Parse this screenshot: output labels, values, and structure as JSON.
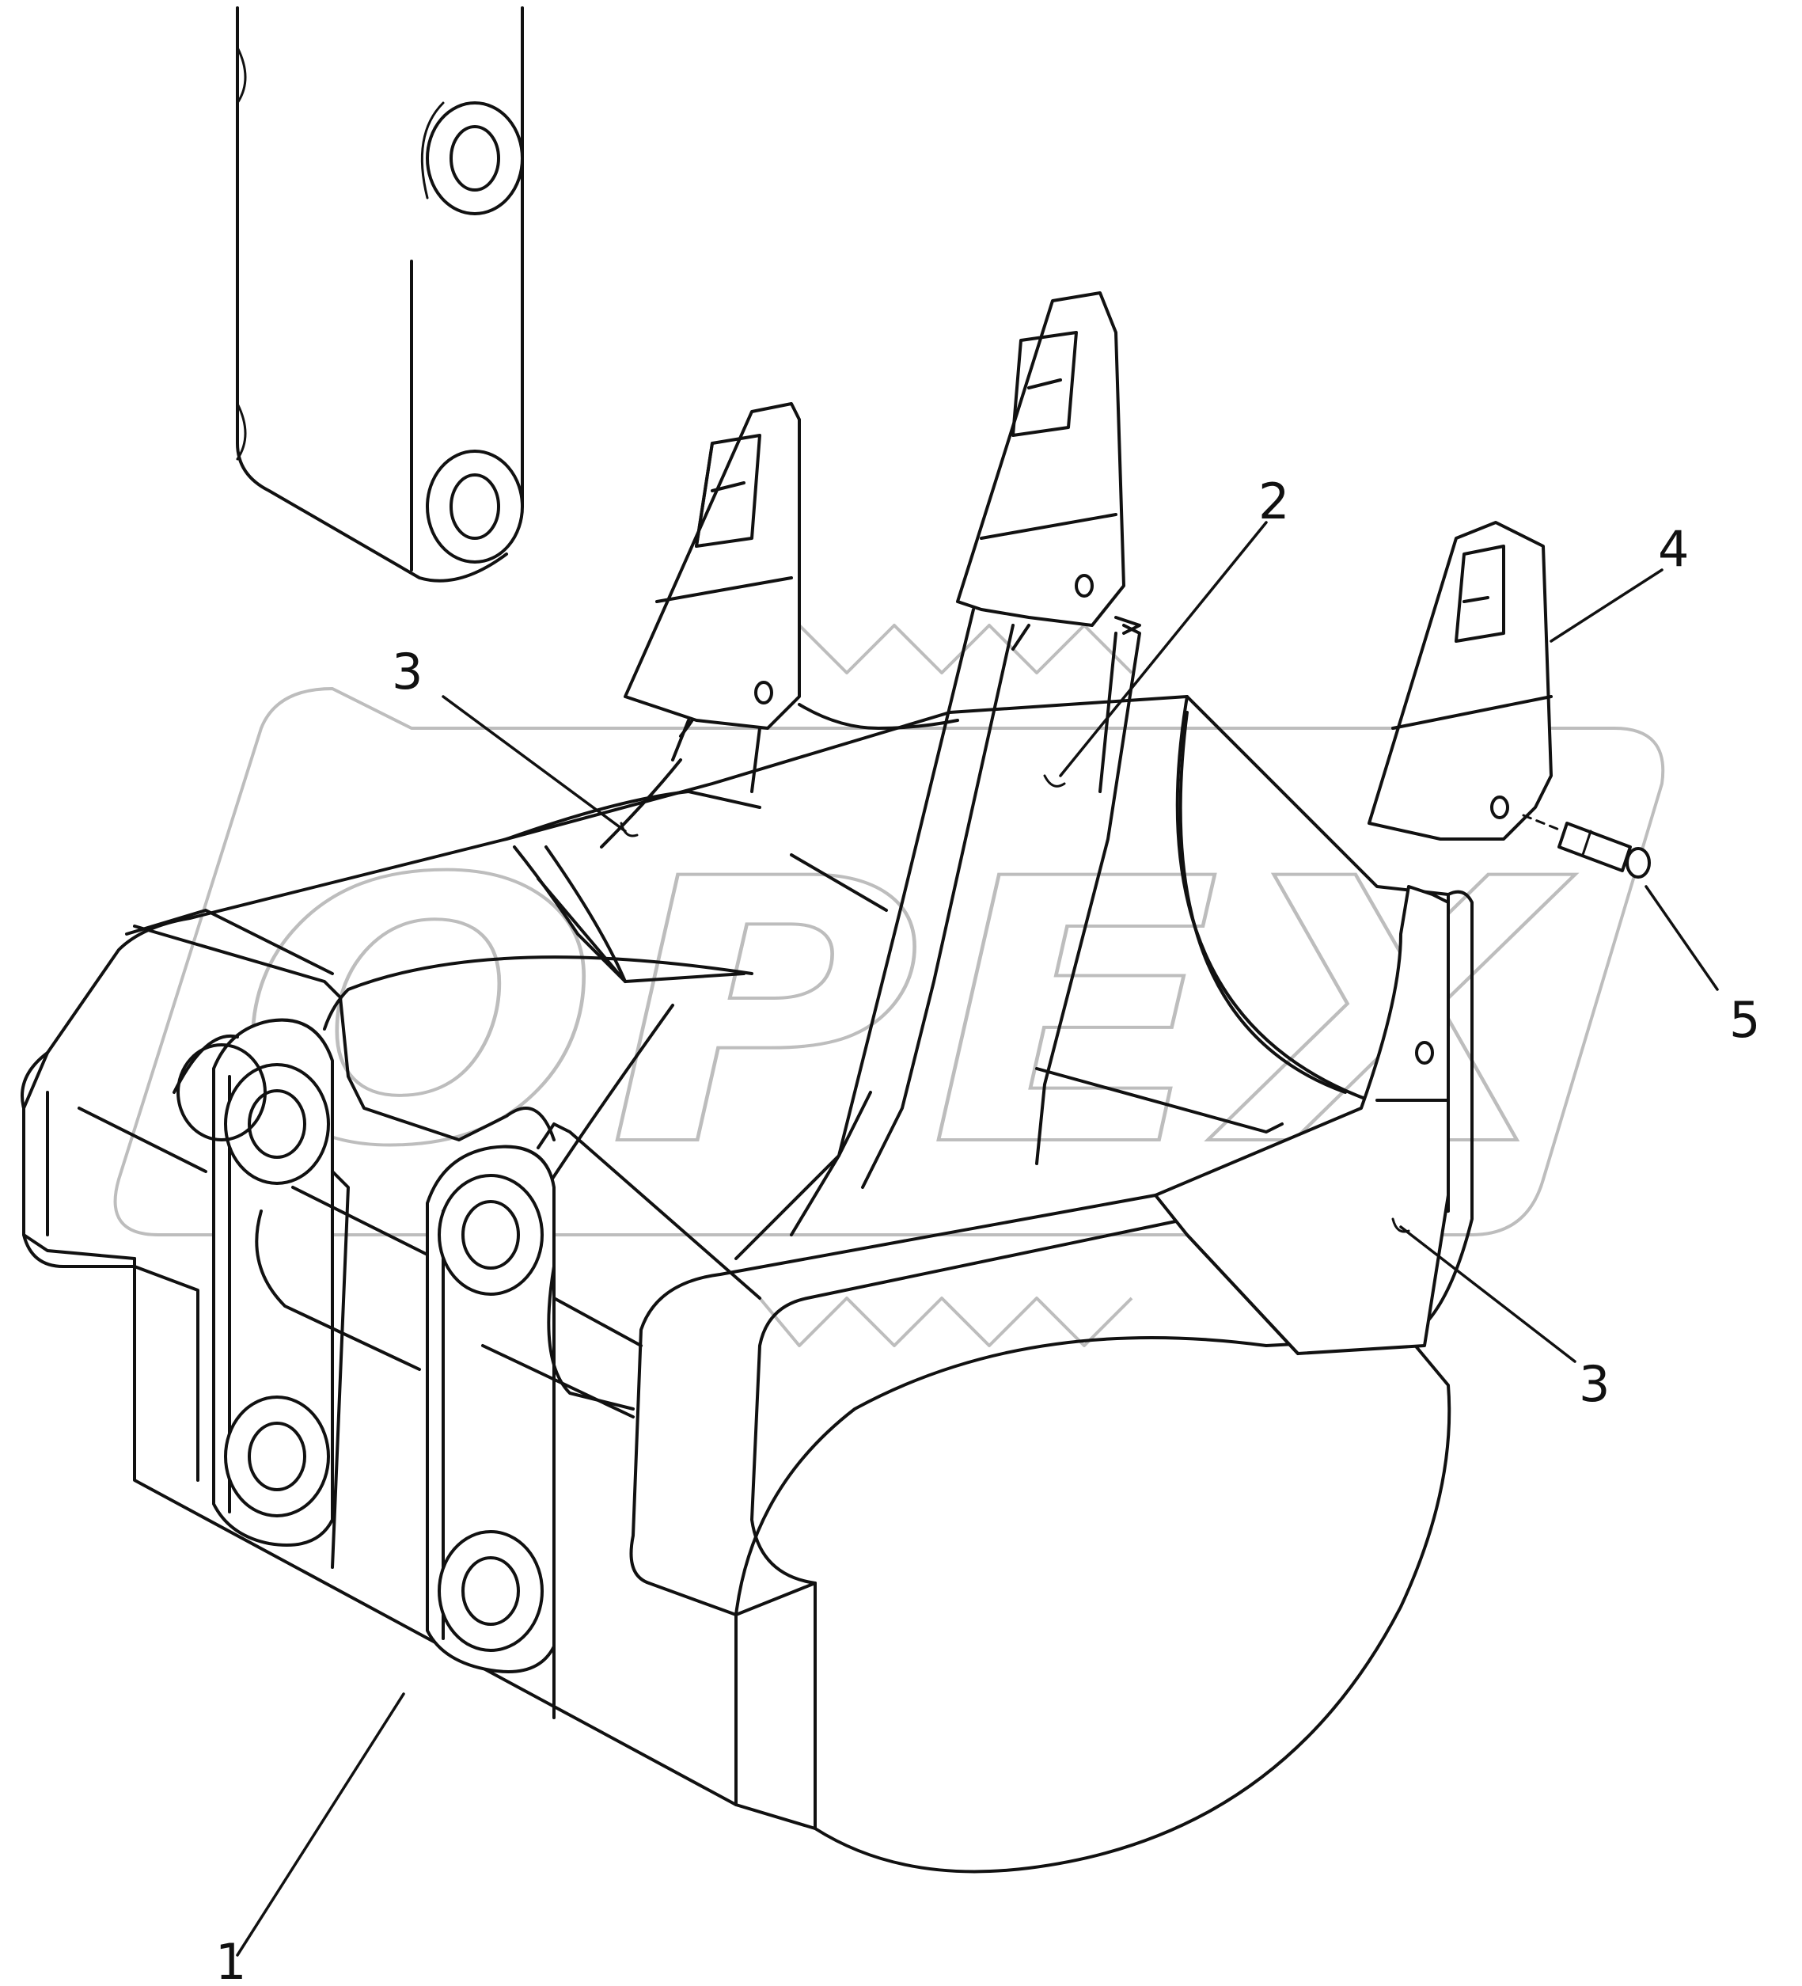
{
  "diagram": {
    "callouts": [
      {
        "id": "1",
        "label": "1"
      },
      {
        "id": "2",
        "label": "2"
      },
      {
        "id": "3a",
        "label": "3"
      },
      {
        "id": "3b",
        "label": "3"
      },
      {
        "id": "4",
        "label": "4"
      },
      {
        "id": "5",
        "label": "5"
      }
    ]
  },
  "watermark": {
    "text": "OPEX"
  }
}
